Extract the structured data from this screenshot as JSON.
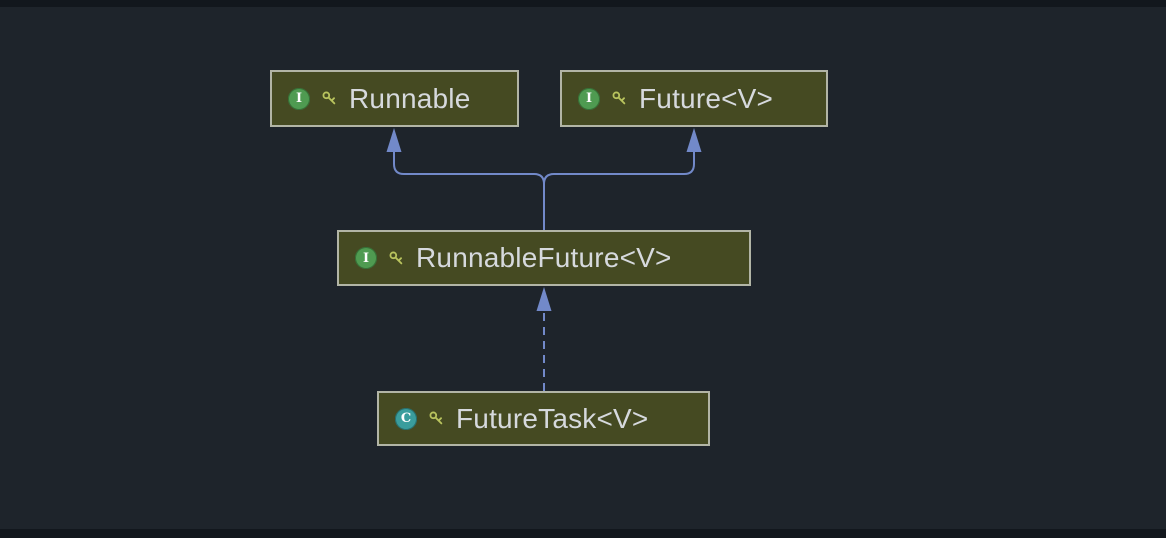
{
  "nodes": {
    "runnable": {
      "label": "Runnable",
      "kind": "interface",
      "kind_letter": "I"
    },
    "future": {
      "label": "Future<V>",
      "kind": "interface",
      "kind_letter": "I"
    },
    "runnable_future": {
      "label": "RunnableFuture<V>",
      "kind": "interface",
      "kind_letter": "I"
    },
    "future_task": {
      "label": "FutureTask<V>",
      "kind": "class",
      "kind_letter": "C"
    }
  },
  "edges": [
    {
      "from": "RunnableFuture<V>",
      "to": "Runnable",
      "line": "solid",
      "relation": "extends"
    },
    {
      "from": "RunnableFuture<V>",
      "to": "Future<V>",
      "line": "solid",
      "relation": "extends"
    },
    {
      "from": "FutureTask<V>",
      "to": "RunnableFuture<V>",
      "line": "dashed",
      "relation": "implements"
    }
  ],
  "colors": {
    "canvas_bg": "#1e242b",
    "window_edge": "#12171d",
    "node_bg": "#454a22",
    "node_border": "#b2b5a6",
    "node_text": "#d6d9dd",
    "edge": "#7289c9",
    "interface_icon": "#4f9b51",
    "interface_icon_border": "#356e36",
    "class_icon": "#3a9d9d",
    "class_icon_border": "#276d6d",
    "key_icon": "#b9c45e",
    "icon_letter": "#ffffff"
  }
}
